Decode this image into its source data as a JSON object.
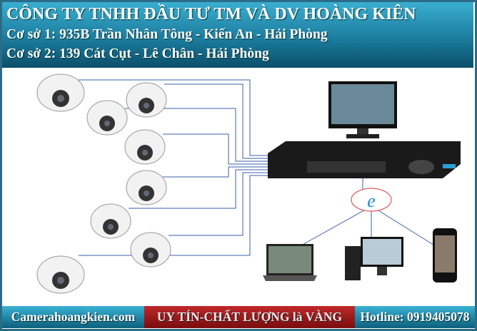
{
  "header": {
    "title": "CÔNG TY TNHH ĐẦU TƯ TM VÀ DV HOÀNG KIÊN",
    "branch1": "Cơ sở 1: 935B Trần Nhân Tông - Kiến An - Hải Phòng",
    "branch2": "Cơ sở 2: 139 Cát Cụt - Lê Chân - Hải Phòng"
  },
  "footer": {
    "website": "Camerahoangkien.com",
    "slogan": "UY TÍN-CHẤT LƯỢNG là VÀNG",
    "hotline": "Hotline: 0919405078"
  },
  "colors": {
    "header": "#1c7d9e",
    "slogan": "#a01a1c",
    "lines": "#3a5fa8"
  }
}
